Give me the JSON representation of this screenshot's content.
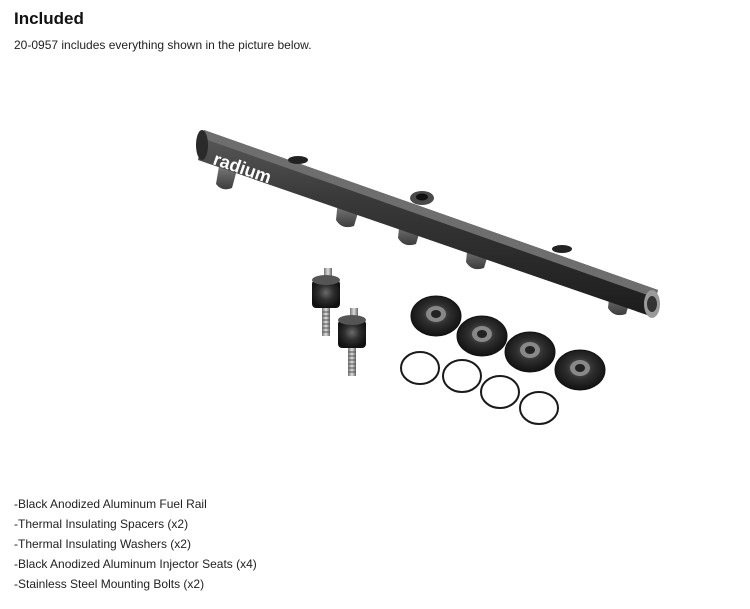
{
  "section": {
    "heading": "Included",
    "subtitle": "20-0957 includes everything shown in the picture below."
  },
  "image": {
    "rail_logo": "radium"
  },
  "parts": [
    "-Black Anodized Aluminum Fuel Rail",
    "-Thermal Insulating Spacers (x2)",
    "-Thermal Insulating Washers (x2)",
    "-Black Anodized Aluminum Injector Seats (x4)",
    "-Stainless Steel Mounting Bolts (x2)"
  ]
}
